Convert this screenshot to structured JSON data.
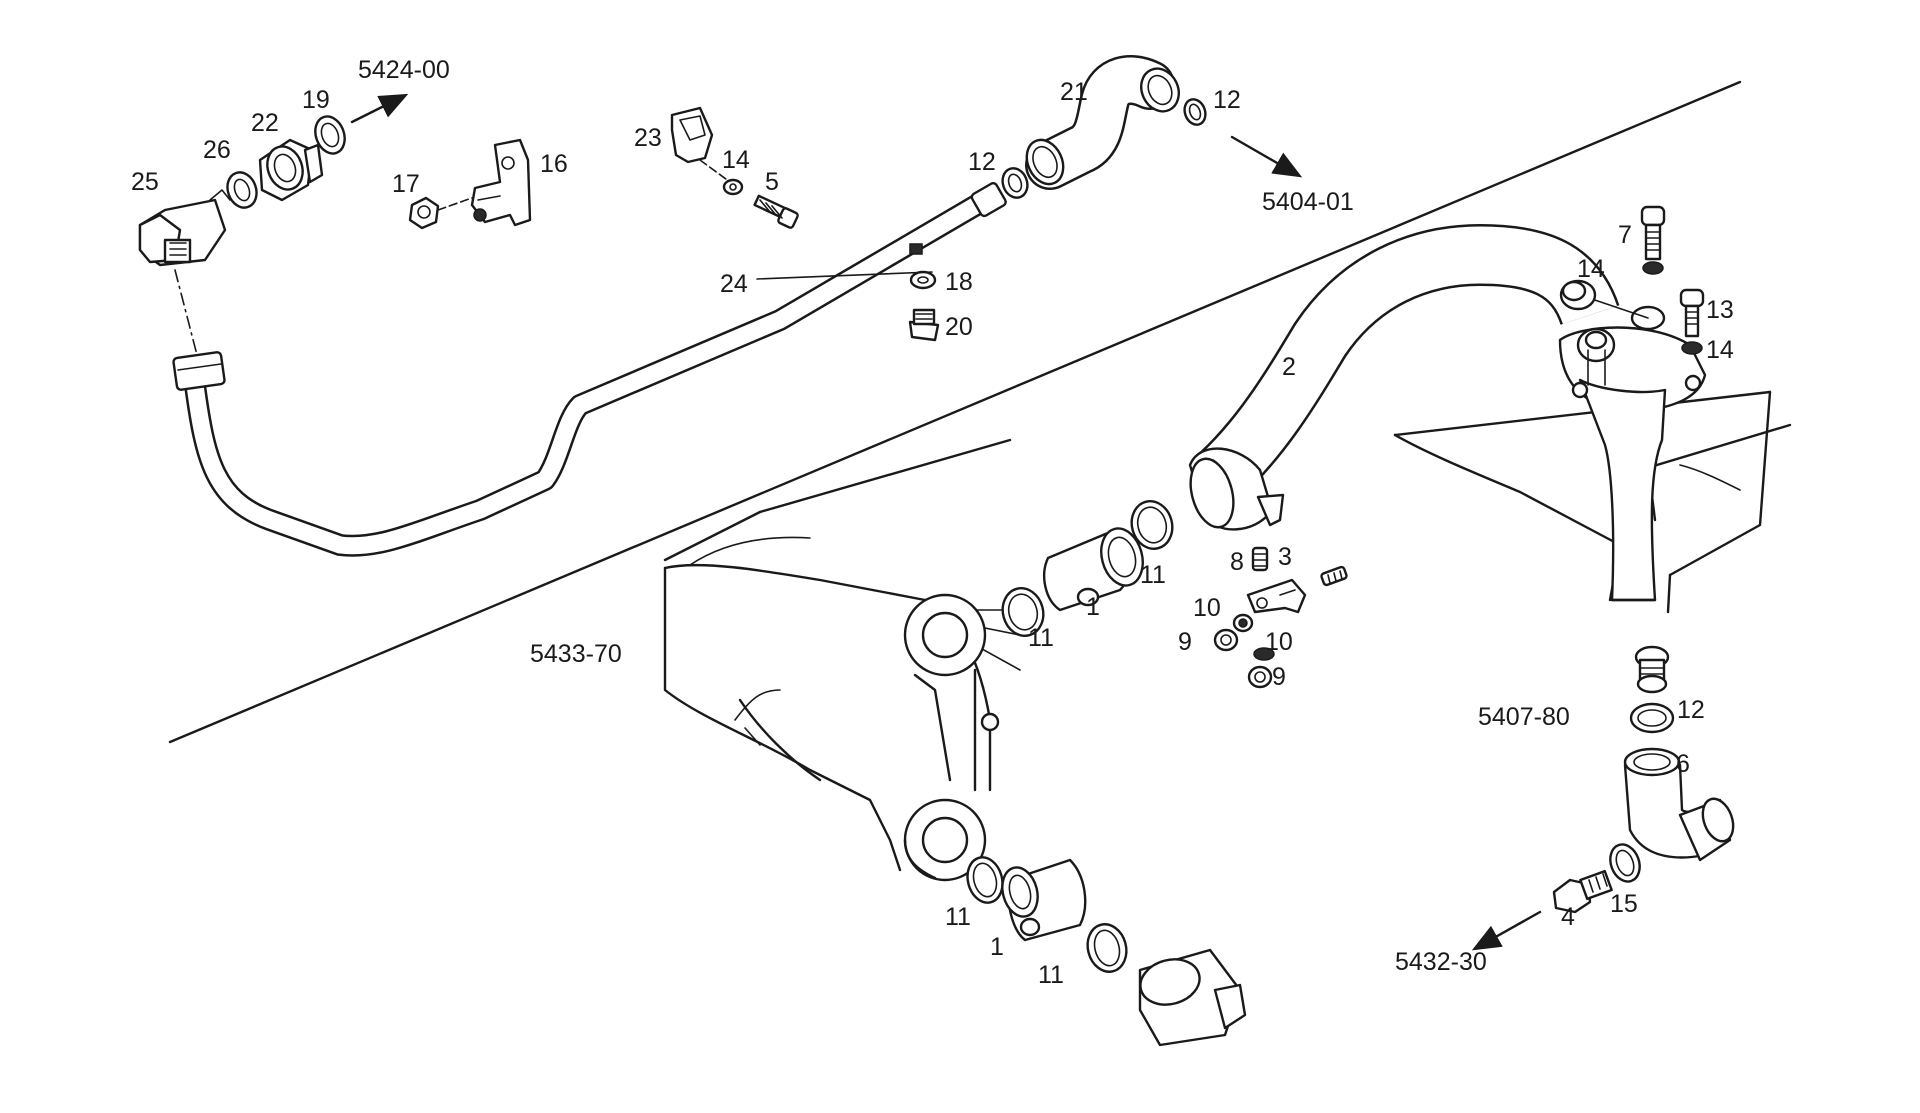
{
  "diagram": {
    "part_labels": {
      "p25": "25",
      "p26": "26",
      "p22": "22",
      "p19": "19",
      "p17": "17",
      "p16": "16",
      "p23": "23",
      "p14a": "14",
      "p5": "5",
      "p24": "24",
      "p12a": "12",
      "p21": "21",
      "p12b": "12",
      "p18": "18",
      "p20": "20",
      "p7": "7",
      "p14b": "14",
      "p13": "13",
      "p14c": "14",
      "p2": "2",
      "p8": "8",
      "p3": "3",
      "p11a": "11",
      "p1a": "1",
      "p11b": "11",
      "p10a": "10",
      "p9a": "9",
      "p10b": "10",
      "p9b": "9",
      "p12c": "12",
      "p6": "6",
      "p4": "4",
      "p15": "15",
      "p11c": "11",
      "p1b": "1",
      "p11d": "11"
    },
    "references": {
      "r5424": "5424-00",
      "r5404": "5404-01",
      "r5433": "5433-70",
      "r5407": "5407-80",
      "r5432": "5432-30"
    }
  }
}
